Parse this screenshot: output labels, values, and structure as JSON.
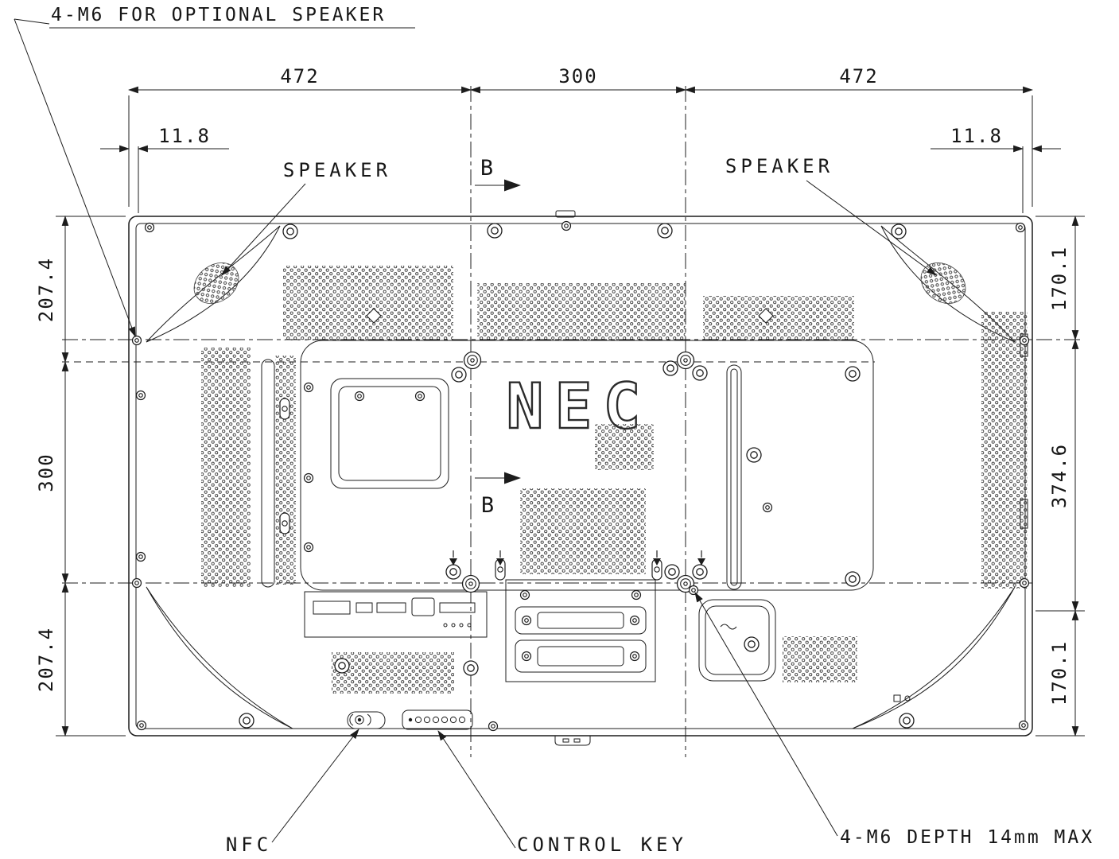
{
  "drawing": {
    "note_top": "4-M6 FOR OPTIONAL SPEAKER",
    "note_depth": "4-M6 DEPTH 14mm MAX",
    "label_speaker_left": "SPEAKER",
    "label_speaker_right": "SPEAKER",
    "label_nfc": "NFC",
    "label_control_key": "CONTROL KEY",
    "section_marker_top": "B",
    "section_marker_mid": "B",
    "logo": "NEC"
  },
  "dims": {
    "top": [
      "472",
      "300",
      "472"
    ],
    "edge_offset_left": "11.8",
    "edge_offset_right": "11.8",
    "left": [
      "207.4",
      "300",
      "207.4"
    ],
    "right": [
      "170.1",
      "374.6",
      "170.1"
    ]
  },
  "colors": {
    "line": "#1c1c1c",
    "background": "#ffffff"
  }
}
